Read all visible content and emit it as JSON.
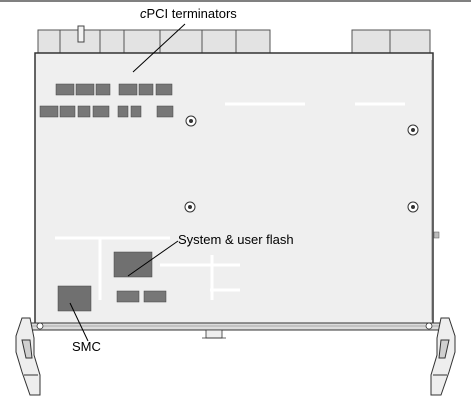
{
  "labels": {
    "cpci_prefix": "c",
    "cpci_rest": "PCI  terminators",
    "flash": "System & user flash",
    "smc": "SMC"
  }
}
